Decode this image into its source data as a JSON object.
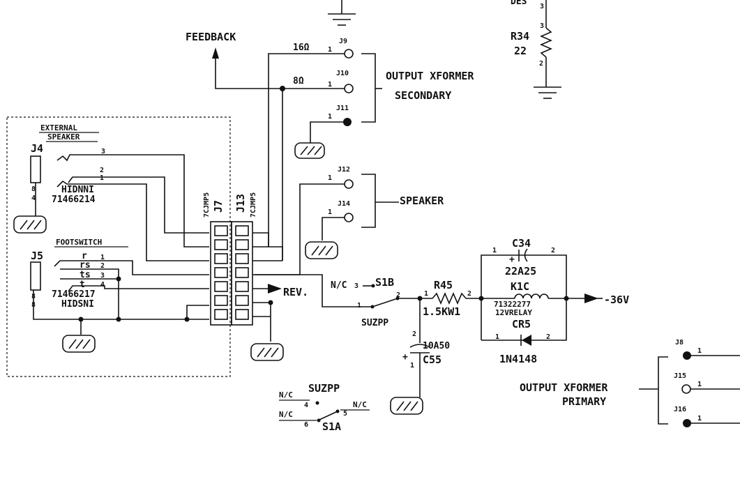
{
  "labels": {
    "feedback": "FEEDBACK",
    "output_xformer_secondary_1": "OUTPUT XFORMER",
    "output_xformer_secondary_2": "SECONDARY",
    "speaker": "SPEAKER",
    "rev": "REV.",
    "minus36v": "-36V",
    "output_xformer_primary_1": "OUTPUT XFORMER",
    "output_xformer_primary_2": "PRIMARY",
    "external_speaker_1": "EXTERNAL",
    "external_speaker_2": "SPEAKER",
    "footswitch": "FOOTSWITCH",
    "tap_16": "16Ω",
    "tap_8": "8Ω"
  },
  "jacks": {
    "j9": "J9",
    "j10": "J10",
    "j11": "J11",
    "j12": "J12",
    "j14": "J14",
    "j8": "J8",
    "j15": "J15",
    "j16": "J16",
    "j4": "J4",
    "j5": "J5",
    "j7": "J7",
    "j13": "J13",
    "j7_part": "7CJMP5",
    "j13_part": "7CJMP5"
  },
  "parts": {
    "j4_type": "HIDNNI",
    "j4_pn": "71466214",
    "j5_type": "HIDSNI",
    "j5_pn": "71466217",
    "j5_pins": [
      "r",
      "rs",
      "ts",
      "t"
    ],
    "s1b": "S1B",
    "s1b_type": "SUZPP",
    "s1b_nc": "N/C",
    "s1a": "S1A",
    "s1a_type": "SUZPP",
    "s1a_nc": "N/C",
    "r45": "R45",
    "r45_value": "1.5KW1",
    "r34": "R34",
    "r34_value": "22",
    "r34_top": "DES",
    "c34": "C34",
    "c34_value": "22A25",
    "c55": "C55",
    "c55_value": "10A50",
    "k1c": "K1C",
    "k1c_pn": "71322277",
    "k1c_type": "12VRELAY",
    "cr5": "CR5",
    "cr5_type": "1N4148"
  }
}
